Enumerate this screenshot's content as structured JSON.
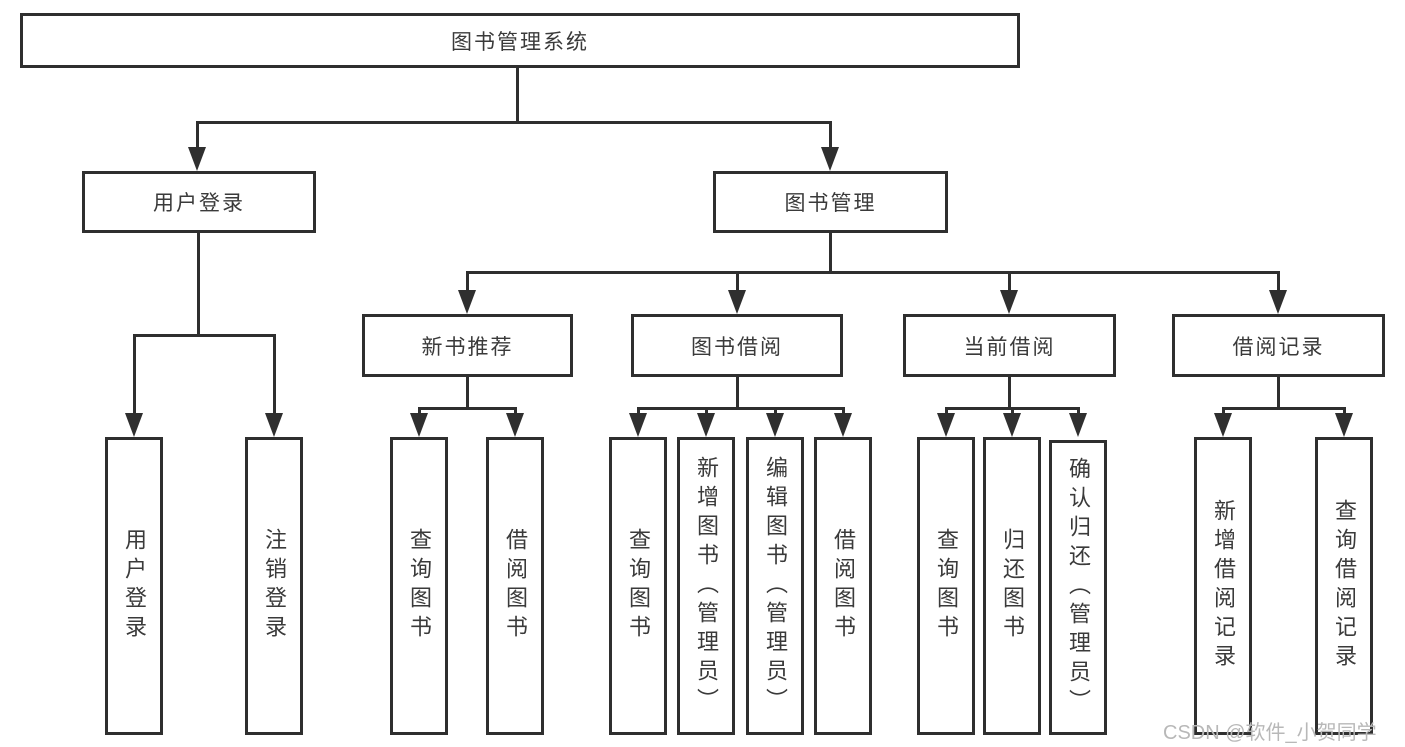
{
  "tree": {
    "root": {
      "label": "图书管理系统"
    },
    "branches": [
      {
        "label": "用户登录",
        "children": [
          {
            "label": "用户登录"
          },
          {
            "label": "注销登录"
          }
        ]
      },
      {
        "label": "图书管理",
        "children": [
          {
            "label": "新书推荐",
            "children": [
              {
                "label": "查询图书"
              },
              {
                "label": "借阅图书"
              }
            ]
          },
          {
            "label": "图书借阅",
            "children": [
              {
                "label": "查询图书"
              },
              {
                "label": "新增图书（管理员）"
              },
              {
                "label": "编辑图书（管理员）"
              },
              {
                "label": "借阅图书"
              }
            ]
          },
          {
            "label": "当前借阅",
            "children": [
              {
                "label": "查询图书"
              },
              {
                "label": "归还图书"
              },
              {
                "label": "确认归还（管理员）"
              }
            ]
          },
          {
            "label": "借阅记录",
            "children": [
              {
                "label": "新增借阅记录"
              },
              {
                "label": "查询借阅记录"
              }
            ]
          }
        ]
      }
    ]
  },
  "watermark": "CSDN @软件_小贺同学",
  "colors": {
    "line": "#2f2f2f",
    "text": "#3a3a3a",
    "watermark": "#b8b8b8"
  }
}
